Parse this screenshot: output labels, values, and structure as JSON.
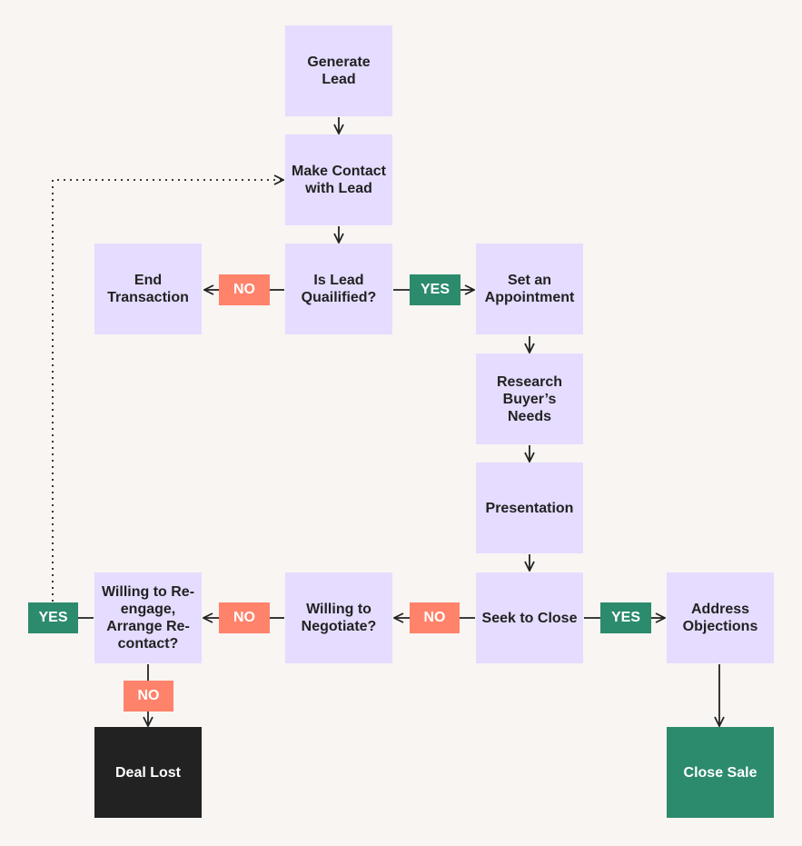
{
  "colors": {
    "background": "#f8f5f2",
    "step": "#e5dcff",
    "lost": "#222222",
    "close": "#2c8a6d",
    "yes": "#2c8a6d",
    "no": "#ff826a",
    "line": "#222222"
  },
  "nodes": {
    "generate_lead": "Generate Lead",
    "make_contact": "Make Contact with Lead",
    "is_qualified": "Is Lead Quailified?",
    "end_transaction": "End Transaction",
    "set_appointment": "Set an Appointment",
    "research_needs": "Research Buyer’s Needs",
    "presentation": "Presentation",
    "seek_close": "Seek to Close",
    "address_objections": "Address Objections",
    "close_sale": "Close Sale",
    "willing_negotiate": "Willing to Negotiate?",
    "willing_reengage": "Willing to Re-engage, Arrange Re-contact?",
    "deal_lost": "Deal Lost"
  },
  "badges": {
    "qualified_no": "NO",
    "qualified_yes": "YES",
    "close_yes": "YES",
    "close_no": "NO",
    "negotiate_no": "NO",
    "reengage_yes": "YES",
    "reengage_no": "NO"
  }
}
